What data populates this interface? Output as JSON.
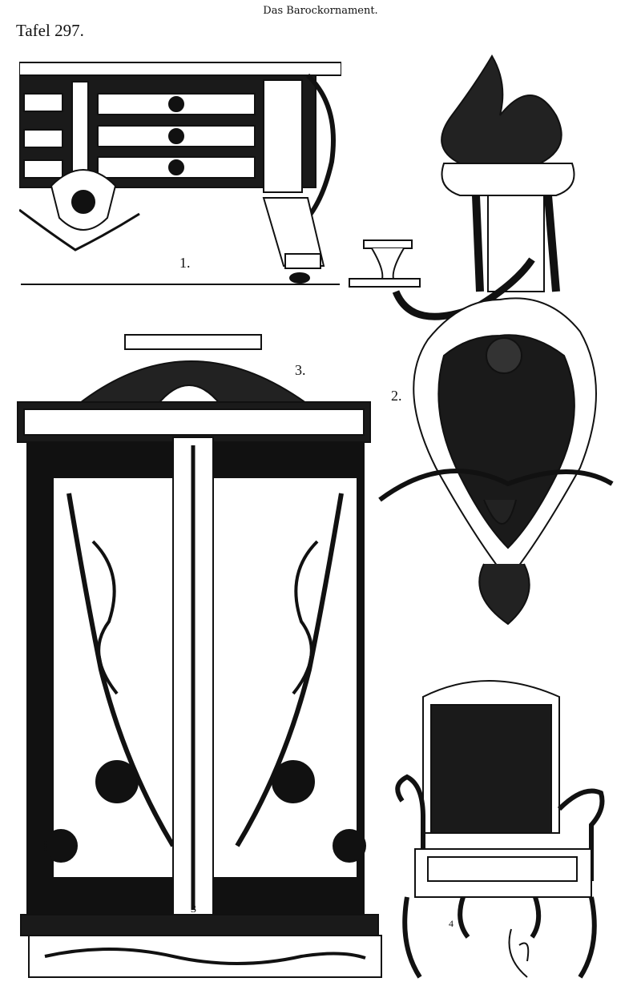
{
  "page": {
    "running_title": "Das Barockornament.",
    "plate_label": "Tafel 297."
  },
  "figures": [
    {
      "number": "1.",
      "icon": "commode-drawing"
    },
    {
      "number": "2.",
      "icon": "wall-sconce-drawing"
    },
    {
      "number": "3.",
      "icon": "armoire-drawing"
    },
    {
      "number": "4",
      "icon": "armchair-drawing"
    }
  ],
  "extra_marks": {
    "cabinet_center_mark": "3"
  },
  "colors": {
    "ink": "#111111",
    "paper": "#ffffff"
  }
}
